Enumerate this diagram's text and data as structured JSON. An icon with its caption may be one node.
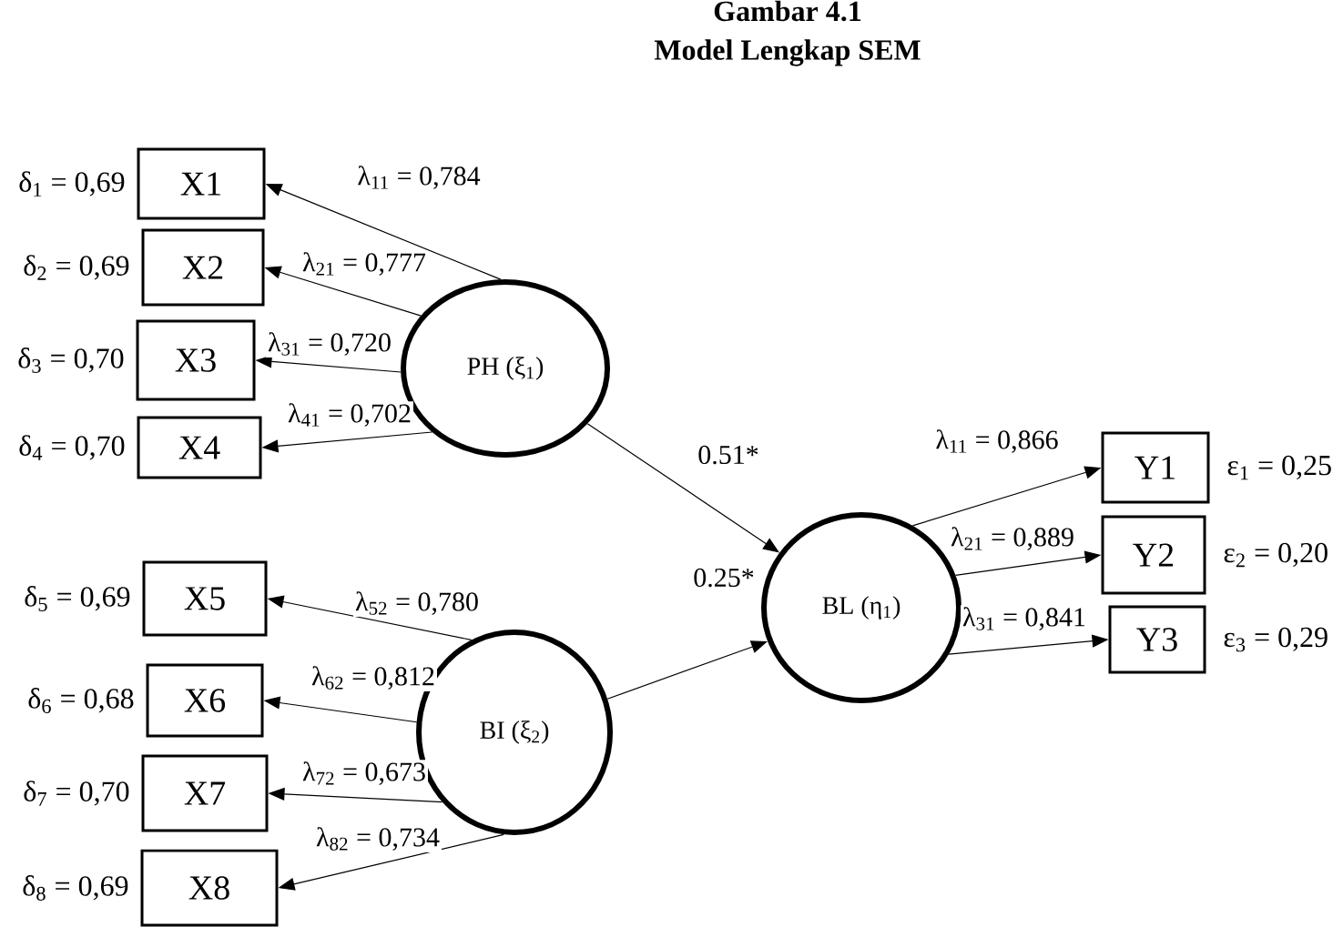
{
  "diagram": {
    "title": "Gambar 4.1",
    "caption": "Model Lengkap SEM",
    "nodes": [
      {
        "text": [
          "X1"
        ],
        "beside": [
          "δ$_{1}$ = 0,69"
        ]
      },
      {
        "text": [
          "X2"
        ],
        "beside": [
          "δ$_{2}$ = 0,69"
        ]
      },
      {
        "text": [
          "X3"
        ],
        "beside": [
          "δ$_{3}$ = 0,70"
        ]
      },
      {
        "text": [
          "X4"
        ],
        "beside": [
          "δ$_{4}$ = 0,70"
        ]
      },
      {
        "text": [
          "X5"
        ],
        "beside": [
          "δ$_{5}$ = 0,69"
        ]
      },
      {
        "text": [
          "X6"
        ],
        "beside": [
          "δ$_{6}$ = 0,68"
        ]
      },
      {
        "text": [
          "X7"
        ],
        "beside": [
          "δ$_{7}$ = 0,70"
        ]
      },
      {
        "text": [
          "X8"
        ],
        "beside": [
          "δ$_{8}$ = 0,69"
        ]
      },
      {
        "text": [
          "PH (ξ$_{1}$)"
        ]
      },
      {
        "text": [
          "BI (ξ$_{2}$)"
        ]
      },
      {
        "text": [
          "BL (η$_{1}$)"
        ]
      },
      {
        "text": [
          "Y1"
        ],
        "beside": [
          "ε$_{1}$ = 0,25"
        ]
      },
      {
        "text": [
          "Y2"
        ],
        "beside": [
          "ε$_{2}$ = 0,20"
        ]
      },
      {
        "text": [
          "Y3"
        ],
        "beside": [
          "ε$_{3}$ = 0,29"
        ]
      }
    ],
    "edges": [
      {
        "from": 8,
        "to": 0,
        "arrow": "to",
        "label": "λ$_{11}$ = 0,784"
      },
      {
        "from": 8,
        "to": 1,
        "arrow": "to",
        "label": "λ$_{21}$ = 0,777"
      },
      {
        "from": 8,
        "to": 2,
        "arrow": "to",
        "label": "λ$_{31}$ = 0,720"
      },
      {
        "from": 8,
        "to": 3,
        "arrow": "to",
        "label": "λ$_{41}$ = 0,702"
      },
      {
        "from": 9,
        "to": 4,
        "arrow": "to",
        "label": "λ$_{52}$ = 0,780"
      },
      {
        "from": 9,
        "to": 5,
        "arrow": "to",
        "label": "λ$_{62}$ = 0,812"
      },
      {
        "from": 9,
        "to": 6,
        "arrow": "to",
        "label": "λ$_{72}$ = 0,673"
      },
      {
        "from": 9,
        "to": 7,
        "arrow": "to",
        "label": "λ$_{82}$ = 0,734"
      },
      {
        "from": 8,
        "to": 10,
        "arrow": "to",
        "label": "0.51*"
      },
      {
        "from": 9,
        "to": 10,
        "arrow": "to",
        "label": "0.25*"
      },
      {
        "from": 10,
        "to": 11,
        "arrow": "to",
        "label": "λ$_{11}$ = 0,866"
      },
      {
        "from": 10,
        "to": 12,
        "arrow": "to",
        "label": "λ$_{21}$ = 0,889"
      },
      {
        "from": 10,
        "to": 13,
        "arrow": "to",
        "label": "λ$_{31}$ = 0,841"
      }
    ]
  }
}
